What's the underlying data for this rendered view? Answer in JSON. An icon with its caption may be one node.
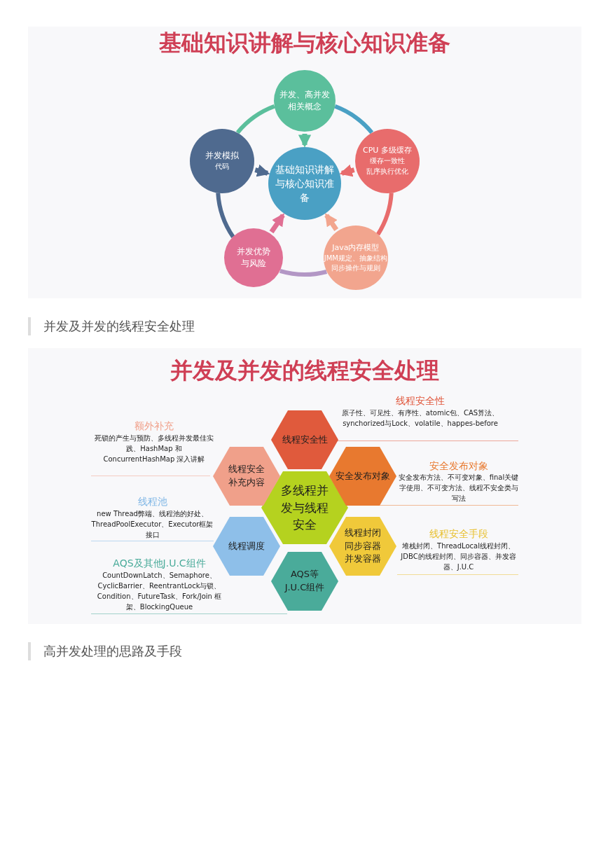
{
  "diagram": {
    "title": "基础知识讲解与核心知识准备",
    "nodes": [
      {
        "text": [
          "基础知识讲解与核心知识准备"
        ]
      },
      {
        "text": [
          "并发、高并发相关概念"
        ]
      },
      {
        "text": [
          "CPU 多级缓存",
          "缓存一致性",
          "乱序执行优化"
        ]
      },
      {
        "text": [
          "Java内存模型",
          "JMM规定、抽象结构",
          "同步操作与规则"
        ]
      },
      {
        "text": [
          "并发优势与风险"
        ]
      },
      {
        "text": [
          "并发模拟",
          "代码"
        ]
      },
      {
        "text": [
          "多线程并发与线程安全"
        ]
      },
      {
        "text": [
          "线程安全性"
        ],
        "beside": [
          "线程安全性",
          "原子性、可见性、有序性、atomic包、CAS算法、synchorized与Lock、volatile、happes-before"
        ]
      },
      {
        "text": [
          "安全发布对象"
        ],
        "beside": [
          "安全发布对象",
          "安全发布方法、不可变对象、final关键字使用、不可变方法、线程不安全类与写法"
        ]
      },
      {
        "text": [
          "线程封闭同步容器并发容器"
        ],
        "beside": [
          "线程安全手段",
          "堆栈封闭、ThreadLocal线程封闭、JDBC的线程封闭、同步容器、并发容器、J.U.C"
        ]
      },
      {
        "text": [
          "AQS等J.U.C组件"
        ],
        "beside": [
          "AQS及其他J.U.C组件",
          "CountDownLatch、Semaphore、CyclicBarrier、ReentrantLock与锁、Condition、FutureTask、Fork/Join 框架、BlockingQueue"
        ]
      },
      {
        "text": [
          "线程调度"
        ],
        "beside": [
          "线程池",
          "new Thread弊端、线程池的好处、ThreadPoolExecutor、Executor框架接口"
        ]
      },
      {
        "text": [
          "线程安全补充内容"
        ],
        "beside": [
          "额外补充",
          "死锁的产生与预防、多线程并发最佳实践、HashMap 和 ConcurrentHashMap 深入讲解"
        ]
      }
    ],
    "edges": [
      {
        "from": 1,
        "to": 0,
        "arrow": "to",
        "color": "#5bbf9c"
      },
      {
        "from": 2,
        "to": 0,
        "arrow": "to",
        "color": "#e86c6c"
      },
      {
        "from": 3,
        "to": 0,
        "arrow": "to",
        "color": "#f2a58e"
      },
      {
        "from": 4,
        "to": 0,
        "arrow": "to",
        "color": "#e06f93"
      },
      {
        "from": 5,
        "to": 0,
        "arrow": "to",
        "color": "#4f6a8f"
      },
      {
        "from": 1,
        "to": 2,
        "arrow": "none",
        "color": "#4aa0c4"
      },
      {
        "from": 2,
        "to": 3,
        "arrow": "none",
        "color": "#e86c6c"
      },
      {
        "from": 3,
        "to": 4,
        "arrow": "none",
        "color": "#b397c5"
      },
      {
        "from": 4,
        "to": 5,
        "arrow": "none",
        "color": "#4f6a8f"
      },
      {
        "from": 5,
        "to": 1,
        "arrow": "none",
        "color": "#5bbf9c"
      }
    ],
    "labels": [
      "并发及并发的线程安全处理",
      "并发及并发的线程安全处理",
      "高并发处理的思路及手段"
    ]
  }
}
